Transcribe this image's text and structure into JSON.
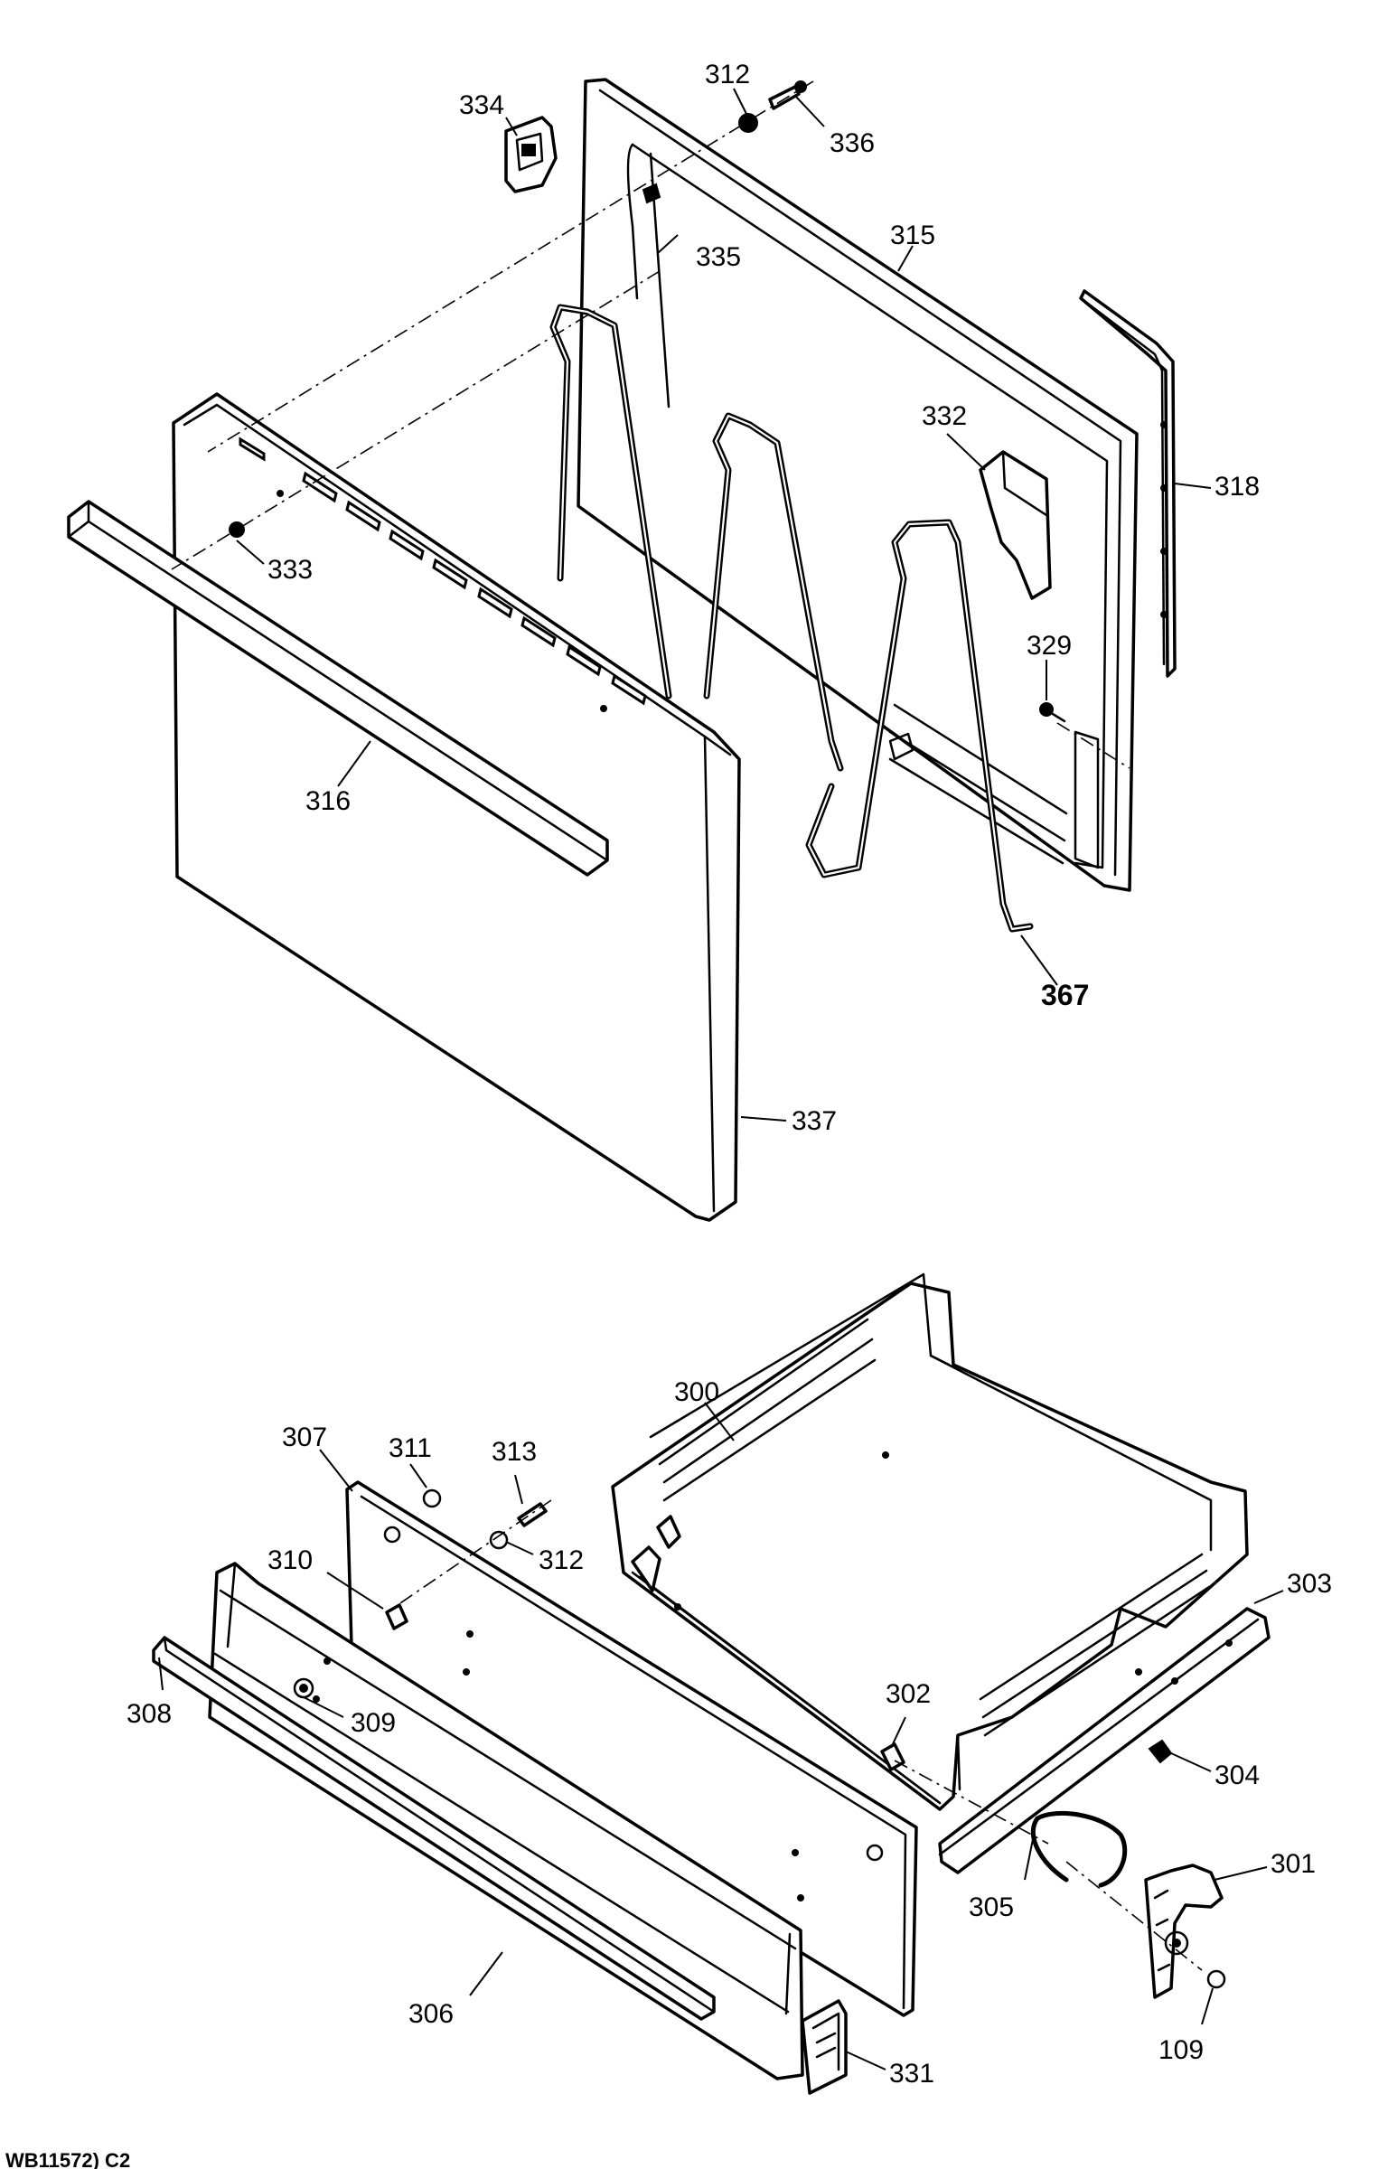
{
  "diagram": {
    "labels": {
      "p312_top": "312",
      "p334": "334",
      "p336": "336",
      "p335": "335",
      "p315": "315",
      "p332": "332",
      "p318": "318",
      "p333": "333",
      "p329": "329",
      "p316": "316",
      "p367": "367",
      "p337": "337",
      "p300": "300",
      "p307": "307",
      "p311": "311",
      "p313": "313",
      "p312_bottom": "312",
      "p310": "310",
      "p303": "303",
      "p309": "309",
      "p308": "308",
      "p302": "302",
      "p304": "304",
      "p301": "301",
      "p305": "305",
      "p306": "306",
      "p109": "109",
      "p331": "331"
    },
    "footer_code": "WB11572) C2"
  },
  "colors": {
    "line": "#000000",
    "background": "#ffffff"
  }
}
